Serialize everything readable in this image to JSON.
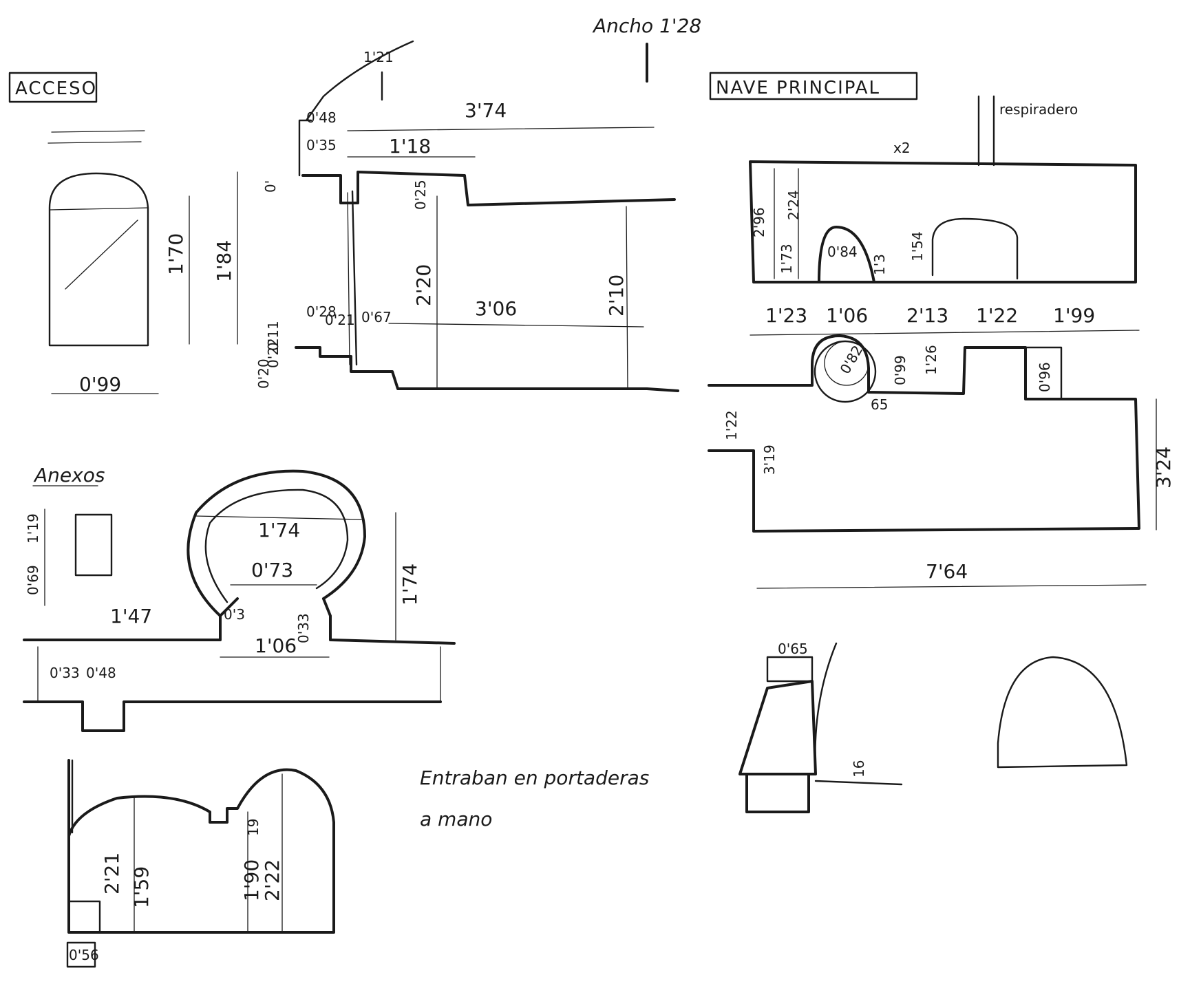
{
  "header": {
    "ancho": "Ancho 1'28"
  },
  "acceso": {
    "title": "ACCESO",
    "door": {
      "height_inner": "1'70",
      "height_outer": "1'84",
      "width": "0'99"
    },
    "section": {
      "top_small": "1'21",
      "d048": "0'48",
      "d035": "0'35",
      "total_len": "3'74",
      "d118": "1'18",
      "d025": "0'25",
      "d220": "2'20",
      "d306": "3'06",
      "d210": "2'10",
      "d028": "0'28",
      "d021": "0'21",
      "d067": "0'67",
      "d_small1": "0'20",
      "d_small2": "0'22",
      "d_small3": "0'11",
      "d_tiny": "0'"
    }
  },
  "anexos": {
    "title": "Anexos",
    "d119": "1'19",
    "d069": "0'69",
    "d147": "1'47",
    "d174": "1'74",
    "d073": "0'73",
    "d03": "0'3",
    "d106": "1'06",
    "d033b": "0'33",
    "d174v": "1'74",
    "d033": "0'33",
    "d048": "0'48"
  },
  "anexos_section": {
    "d221": "2'21",
    "d159": "1'59",
    "d190": "1'90",
    "d222": "2'22",
    "d19": "19",
    "d056": "0'56"
  },
  "nave": {
    "title": "NAVE PRINCIPAL",
    "respiradero": "respiradero",
    "x2": "x2",
    "d296": "2'96",
    "d224": "2'24",
    "d173": "1'73",
    "d084": "0'84",
    "d13": "1'3",
    "d154": "1'54",
    "bottom_dims": [
      "1'23",
      "1'06",
      "2'13",
      "1'22",
      "1'99"
    ],
    "d082": "0'82",
    "d099": "0'99",
    "d126": "1'26",
    "d096": "0'96",
    "d65": "65",
    "d122": "1'22",
    "d319": "3'19",
    "d324": "3'24",
    "d764": "7'64"
  },
  "details": {
    "d065": "0'65",
    "d16": "16"
  },
  "note": {
    "line1": "Entraban en portaderas",
    "line2": "a mano"
  }
}
